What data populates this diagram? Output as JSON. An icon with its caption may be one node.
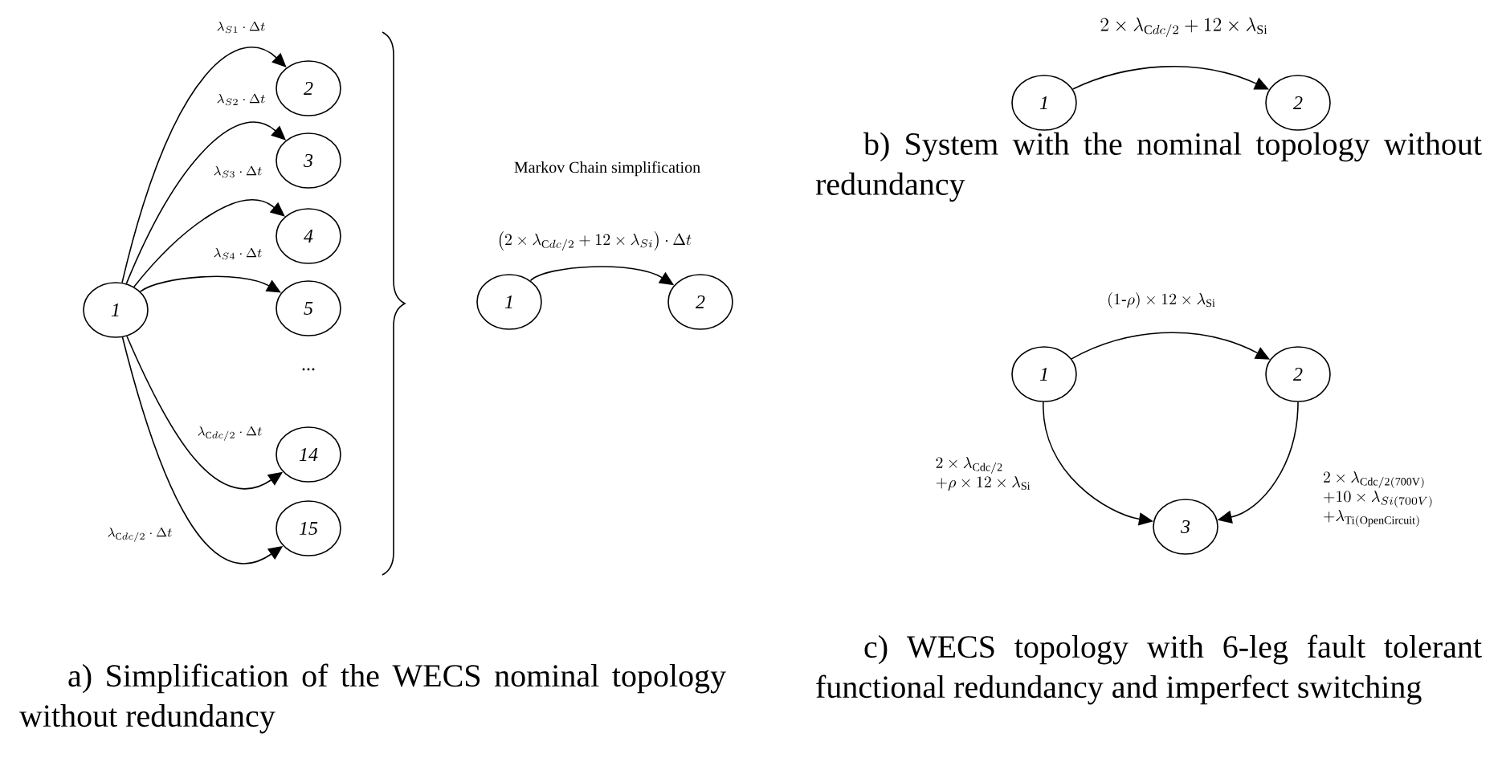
{
  "diagram": {
    "nodes": [
      {
        "text": [
          "1"
        ]
      },
      {
        "text": [
          "2"
        ]
      },
      {
        "text": [
          "3"
        ]
      },
      {
        "text": [
          "4"
        ]
      },
      {
        "text": [
          "5"
        ]
      },
      {
        "text": [
          "14"
        ]
      },
      {
        "text": [
          "15"
        ]
      },
      {
        "text": [
          "1"
        ]
      },
      {
        "text": [
          "2"
        ]
      },
      {
        "text": [
          "1"
        ]
      },
      {
        "text": [
          "2"
        ]
      },
      {
        "text": [
          "1"
        ]
      },
      {
        "text": [
          "2"
        ]
      },
      {
        "text": [
          "3"
        ]
      }
    ],
    "edges": [
      {
        "from": 0,
        "to": 1,
        "arrow": "to",
        "label": "\\lambda_{S1}\\cdot\\Delta t"
      },
      {
        "from": 0,
        "to": 2,
        "arrow": "to",
        "label": "\\lambda_{S2}\\cdot\\Delta t"
      },
      {
        "from": 0,
        "to": 3,
        "arrow": "to",
        "label": "\\lambda_{S3}\\cdot\\Delta t"
      },
      {
        "from": 0,
        "to": 4,
        "arrow": "to",
        "label": "\\lambda_{S4}\\cdot\\Delta t"
      },
      {
        "from": 0,
        "to": 5,
        "arrow": "to",
        "label": "\\lambda_{\\mathrm{C}dc/2}\\cdot\\Delta t"
      },
      {
        "from": 0,
        "to": 6,
        "arrow": "to",
        "label": "\\lambda_{\\mathrm{C}dc/2}\\cdot\\Delta t"
      },
      {
        "from": 7,
        "to": 8,
        "arrow": "to",
        "label": "\\left(2\\times\\lambda_{\\mathrm{C}dc/2}+12\\times\\lambda_{Si}\\right)\\cdot\\Delta t"
      },
      {
        "from": 9,
        "to": 10,
        "arrow": "to",
        "label": "2\\times\\lambda_{\\mathrm{C}dc/2}+12\\times\\lambda_{\\mathrm{Si}}"
      },
      {
        "from": 11,
        "to": 12,
        "arrow": "to",
        "label": "(1\\text{-}\\rho)\\times12\\times\\lambda_{\\mathrm{Si}}"
      },
      {
        "from": 11,
        "to": 13,
        "arrow": "to",
        "label": "\\begin{array}{l}2\\times\\lambda_{\\mathrm{Cdc/2}}\\\\+\\rho\\times12\\times\\lambda_{\\mathrm{Si}}\\end{array}"
      },
      {
        "from": 12,
        "to": 13,
        "arrow": "to",
        "label": "\\begin{array}{l}2\\times\\lambda_{\\mathrm{Cdc/2(700V)}}\\\\+10\\times\\lambda_{Si(700V)}\\\\+\\lambda_{\\mathrm{Ti(OpenCircuit)}}\\end{array}"
      }
    ],
    "labels": [
      "...",
      "Markov Chain simplification",
      "a) Simplification of the WECS nominal topology without redundancy",
      "b) System with the nominal topology without redundancy",
      "c) WECS topology with 6-leg fault tolerant functional redundancy and imperfect switching"
    ]
  }
}
